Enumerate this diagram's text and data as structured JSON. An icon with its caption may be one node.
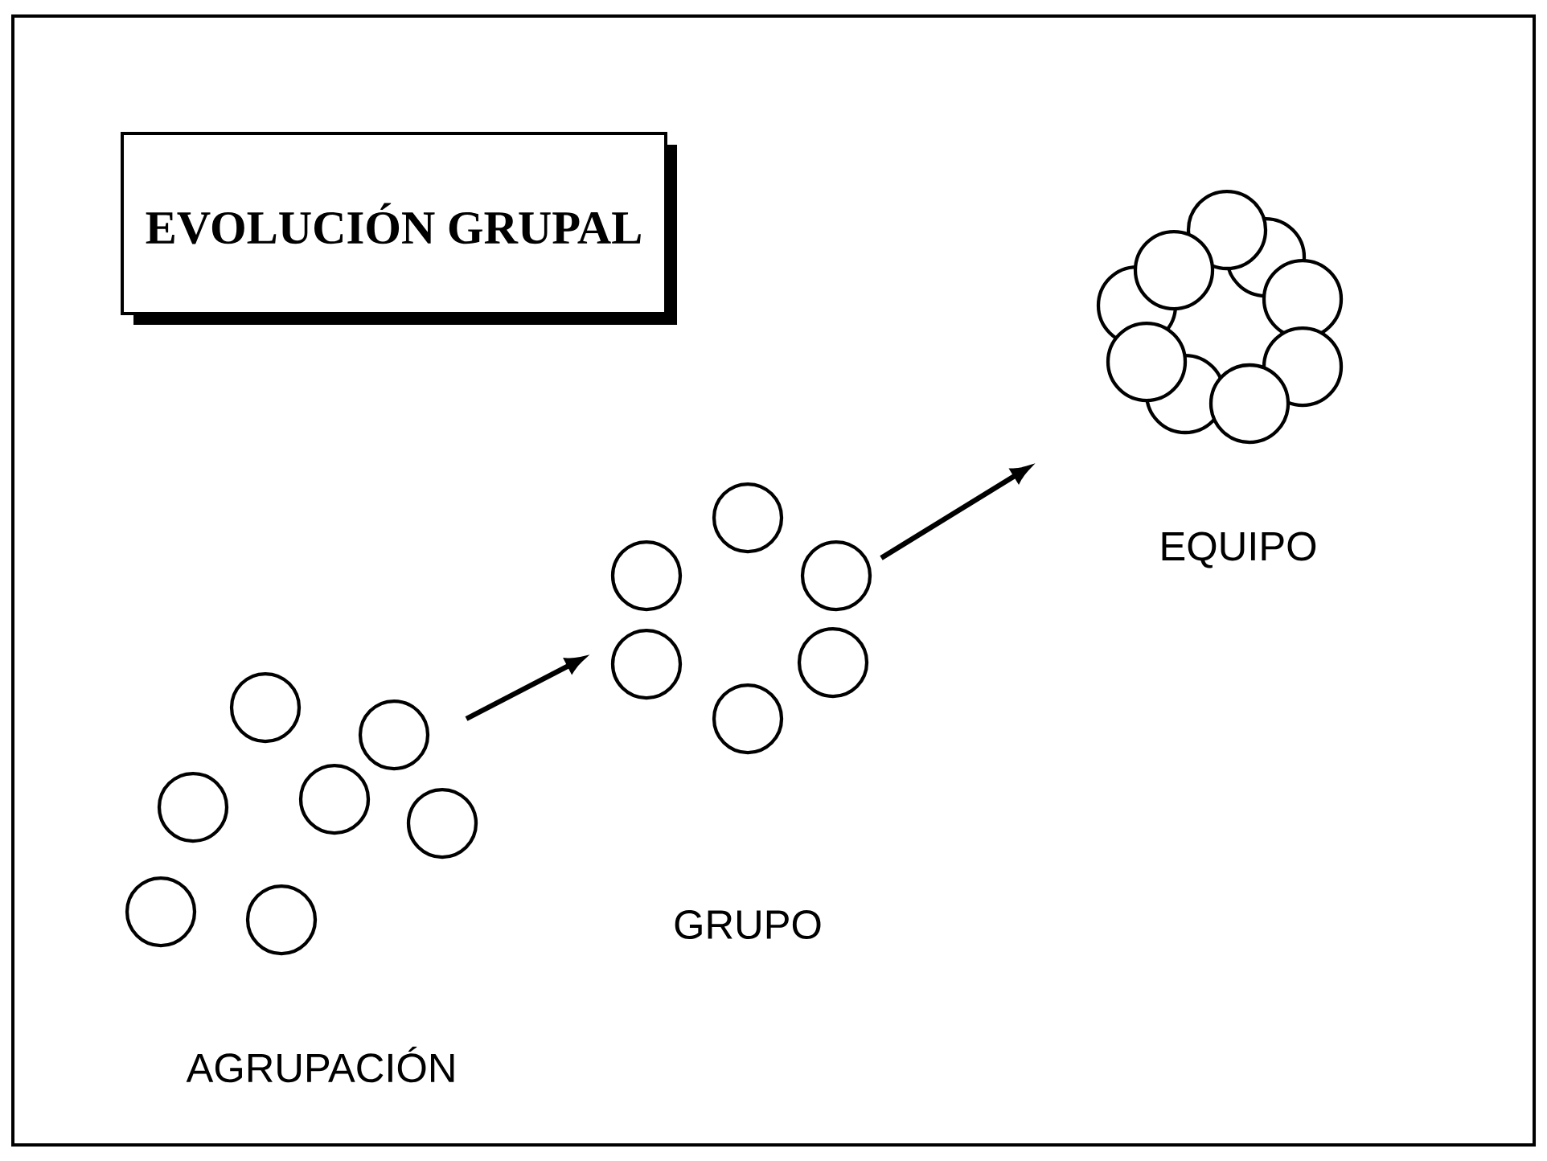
{
  "diagram": {
    "title": "EVOLUCIÓN GRUPAL",
    "nodes": [
      {
        "text": [],
        "shape": "circle",
        "beside": [
          "AGRUPACIÓN"
        ]
      },
      {
        "text": [],
        "shape": "circle",
        "beside": [
          "GRUPO"
        ]
      },
      {
        "text": [],
        "shape": "circle",
        "beside": [
          "EQUIPO"
        ]
      }
    ],
    "edges": [
      {
        "from": 0,
        "to": 1,
        "arrow": "to"
      },
      {
        "from": 1,
        "to": 2,
        "arrow": "to"
      }
    ]
  }
}
